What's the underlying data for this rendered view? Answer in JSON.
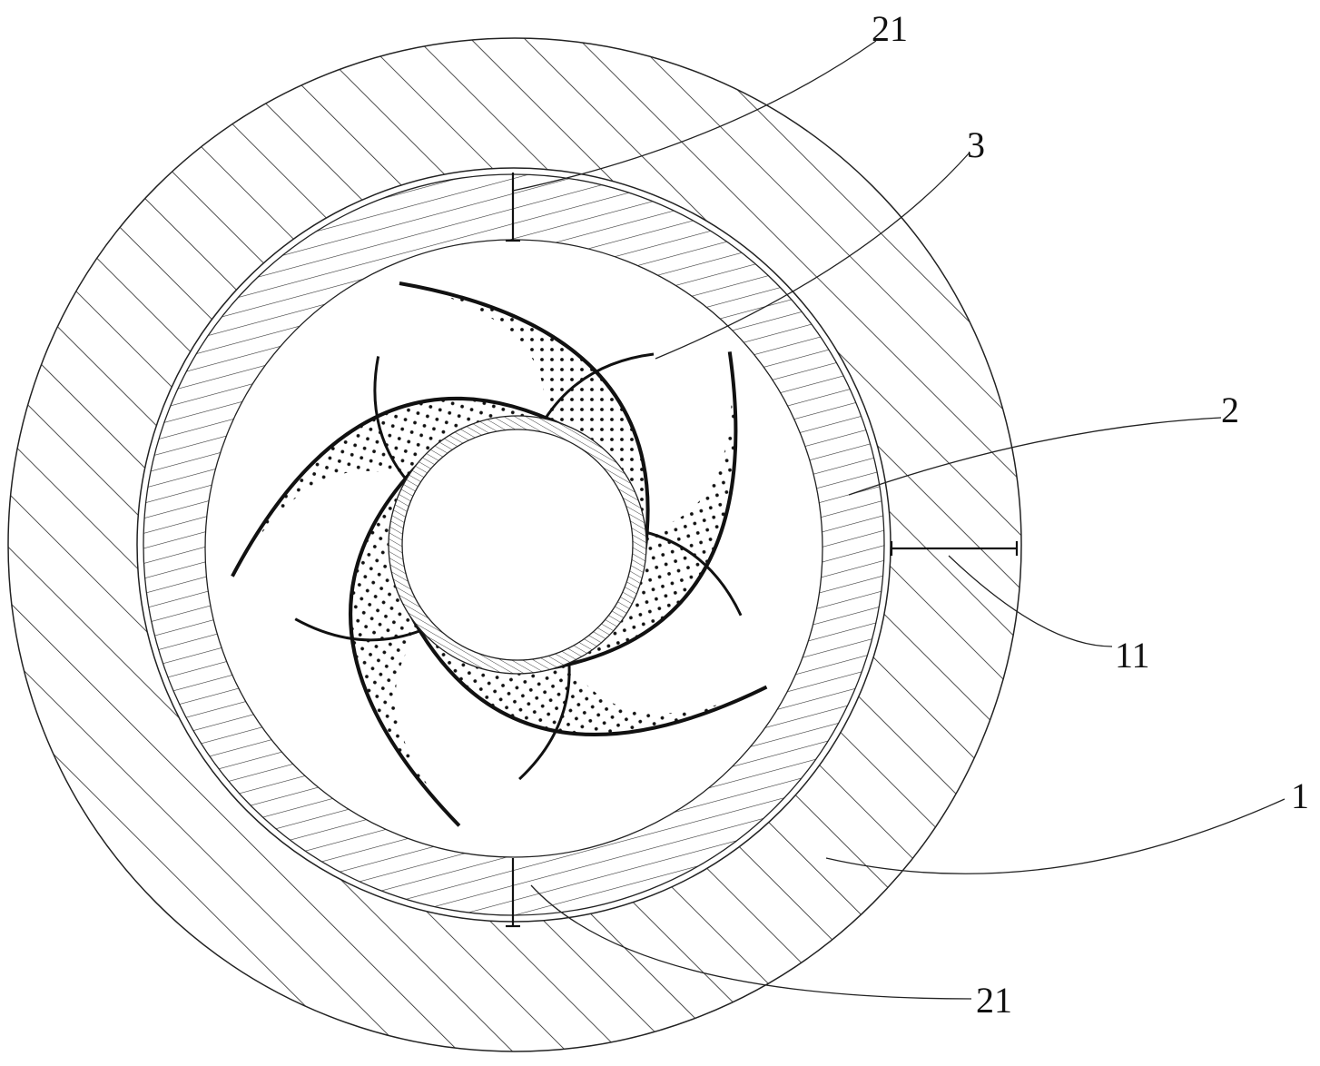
{
  "figure": {
    "labels": {
      "part_21_top": "21",
      "part_3": "3",
      "part_2": "2",
      "part_11": "11",
      "part_1": "1",
      "part_21_bottom": "21"
    },
    "colors": {
      "line": "#111111",
      "background": "#ffffff"
    }
  }
}
